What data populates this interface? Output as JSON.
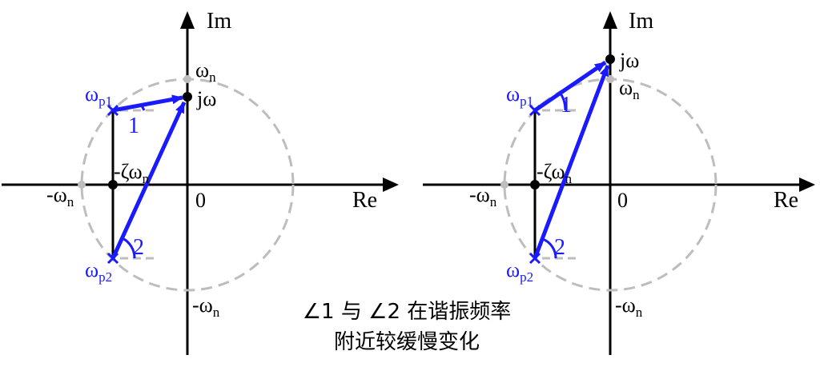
{
  "colors": {
    "vector": "#1a1aff",
    "circle": "#bdbdbd",
    "axis": "#000000"
  },
  "panels": [
    {
      "axis": {
        "re": "Re",
        "im": "Im",
        "origin": "0"
      },
      "labels": {
        "wn_top": "ω",
        "wn_top_sub": "n",
        "wn_left": "-ω",
        "wn_left_sub": "n",
        "wn_bottom": "-ω",
        "wn_bottom_sub": "n",
        "zeta": "-ζω",
        "zeta_sub": "n",
        "jw": "jω",
        "p1": "ω",
        "p1_sub": "p1",
        "p2": "ω",
        "p2_sub": "p2",
        "angle1": "1",
        "angle2": "2"
      }
    },
    {
      "axis": {
        "re": "Re",
        "im": "Im",
        "origin": "0"
      },
      "labels": {
        "wn_top": "ω",
        "wn_top_sub": "n",
        "wn_left": "-ω",
        "wn_left_sub": "n",
        "wn_bottom": "-ω",
        "wn_bottom_sub": "n",
        "zeta": "-ζω",
        "zeta_sub": "n",
        "jw": "jω",
        "p1": "ω",
        "p1_sub": "p1",
        "p2": "ω",
        "p2_sub": "p2",
        "angle1": "1",
        "angle2": "2"
      }
    }
  ],
  "caption": {
    "line1": "∠1 与 ∠2 在谐振频率",
    "line2": "附近较缓慢变化"
  }
}
